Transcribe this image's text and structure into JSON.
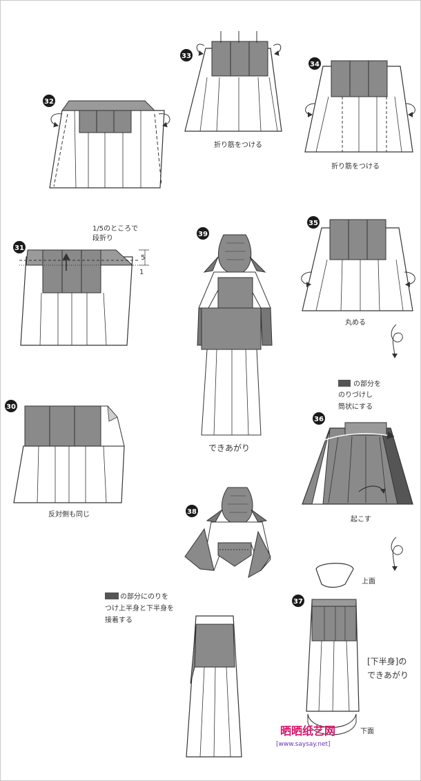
{
  "colors": {
    "paper_front": "#ffffff",
    "paper_back": "#8a8a8a",
    "paper_dark": "#555555",
    "line": "#333333",
    "watermark_red": "#d8166a",
    "watermark_purple": "#6a2fb8"
  },
  "steps": [
    {
      "id": "30",
      "number": "30",
      "caption": "反対側も同じ"
    },
    {
      "id": "31",
      "number": "31",
      "caption_line1": "1/5のところで",
      "caption_line2": "段折り",
      "mark_5": "5",
      "mark_1": "1"
    },
    {
      "id": "32",
      "number": "32"
    },
    {
      "id": "33",
      "number": "33",
      "caption": "折り筋をつける"
    },
    {
      "id": "34",
      "number": "34",
      "caption": "折り筋をつける"
    },
    {
      "id": "35",
      "number": "35",
      "caption": "丸める"
    },
    {
      "id": "36",
      "number": "36",
      "note_line1": "の部分を",
      "note_line2": "のりづけし",
      "note_line3": "筒状にする",
      "caption": "起こす"
    },
    {
      "id": "37",
      "number": "37",
      "top_label": "上面",
      "bottom_label": "下面",
      "result_line1": "[下半身]の",
      "result_line2": "できあがり"
    },
    {
      "id": "38",
      "number": "38",
      "note_line1": "の部分にのりを",
      "note_line2": "つけ上半身と下半身を",
      "note_line3": "接着する"
    },
    {
      "id": "39",
      "number": "39",
      "caption": "できあがり"
    }
  ],
  "watermark": {
    "title": "晒晒纸艺网",
    "url": "[www.saysay.net]"
  }
}
